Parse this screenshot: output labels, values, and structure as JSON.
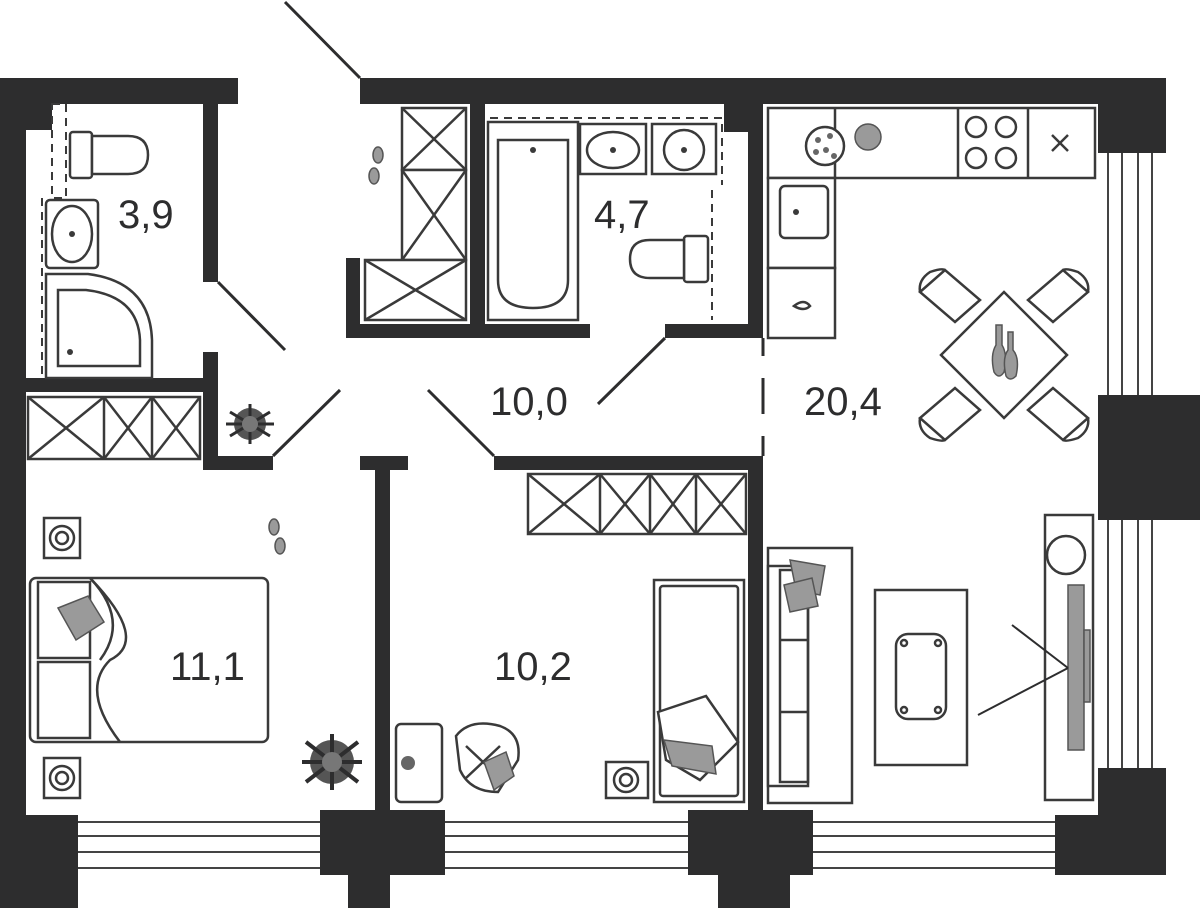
{
  "rooms": [
    {
      "id": "bathroom_small",
      "area": "3,9"
    },
    {
      "id": "bathroom",
      "area": "4,7"
    },
    {
      "id": "hall",
      "area": "10,0"
    },
    {
      "id": "kitchen_living",
      "area": "20,4"
    },
    {
      "id": "bedroom_left",
      "area": "11,1"
    },
    {
      "id": "bedroom_right",
      "area": "10,2"
    }
  ],
  "colors": {
    "wall": "#2d2d2e",
    "accent_gray": "#9a9a9a",
    "background": "#ffffff"
  }
}
